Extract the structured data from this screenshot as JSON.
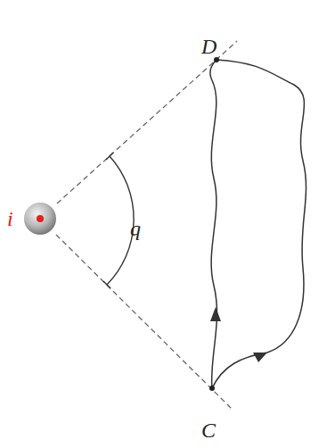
{
  "diagram": {
    "labels": [
      "D",
      "i",
      "q",
      "C"
    ]
  }
}
